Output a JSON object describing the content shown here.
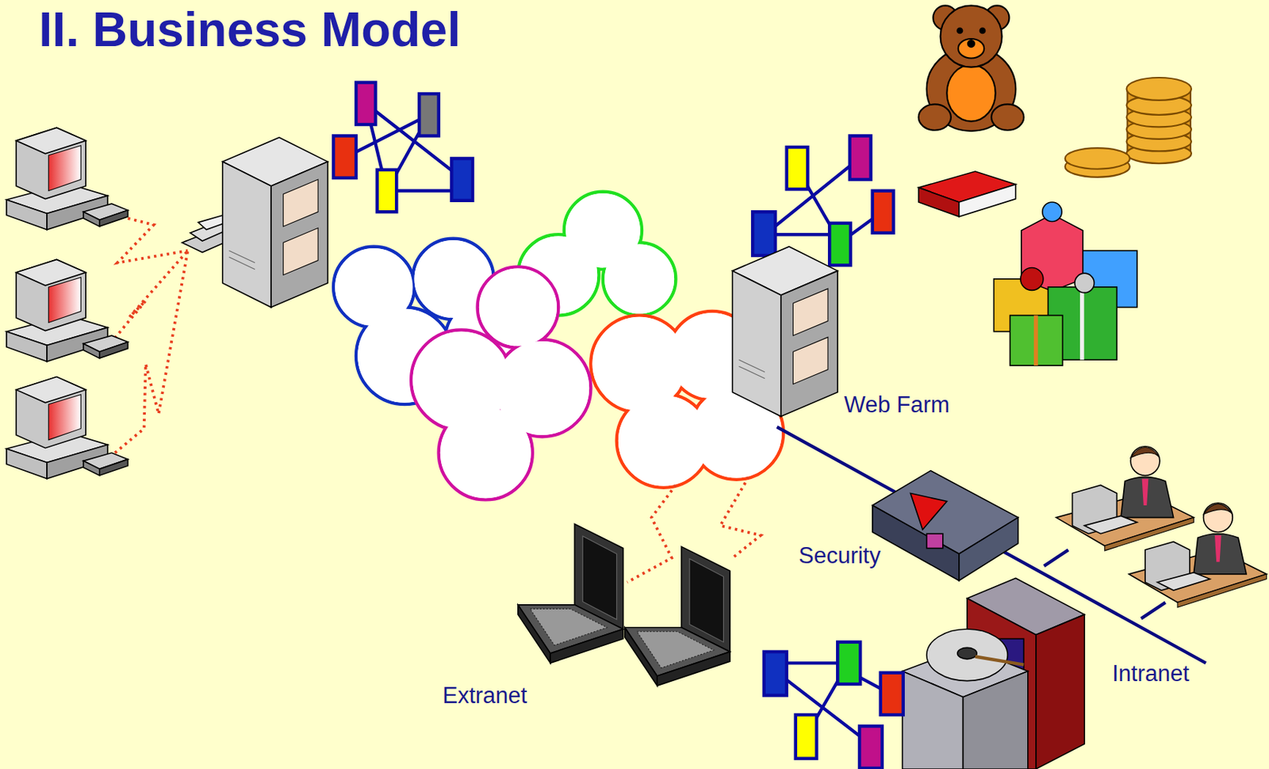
{
  "diagram": {
    "title": "II. Business Model",
    "labels": [
      "Web Farm",
      "Security",
      "Extranet",
      "Intranet"
    ]
  }
}
